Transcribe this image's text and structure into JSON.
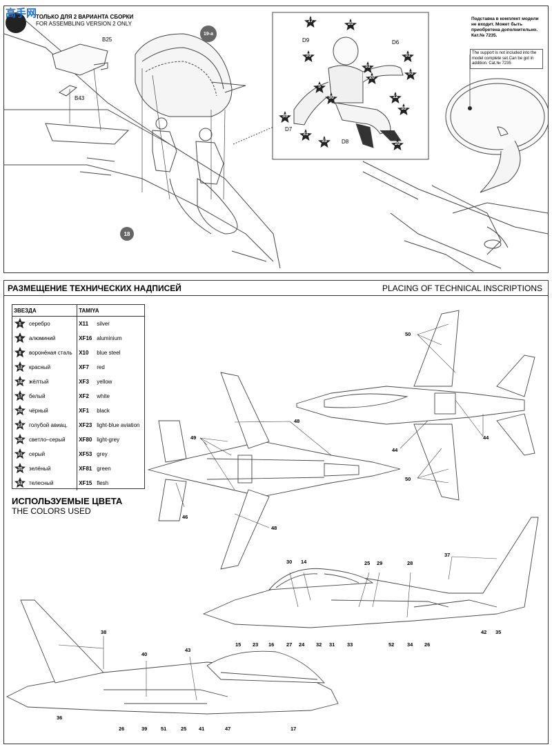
{
  "header": {
    "logo_text": "高手网",
    "version_ru": "ТОЛЬКО ДЛЯ 2 ВАРИАНТА СБОРКИ",
    "version_en": "FOR ASSEMBLING VERSION 2 ONLY"
  },
  "top_parts": {
    "b25": "B25",
    "b43": "B43",
    "badge_19a": "19-a",
    "badge_18": "18"
  },
  "figure_parts": {
    "d9": "D9",
    "d6": "D6",
    "d7": "D7",
    "d8": "D8",
    "stars": [
      "17",
      "20",
      "35",
      "31",
      "31",
      "53",
      "5",
      "20",
      "30",
      "12",
      "35",
      "35",
      "31",
      "53",
      "20"
    ]
  },
  "stand_note": {
    "ru": "Подставка в комплект модели не входит. Может быть приобретена дополнительно. Кат.№ 7235.",
    "en": "The support is not included into the model complete set.Can be got in addition. Cat.№ 7235"
  },
  "section": {
    "title_ru": "РАЗМЕЩЕНИЕ ТЕХНИЧЕСКИХ НАДПИСЕЙ",
    "title_en": "PLACING OF TECHNICAL INSCRIPTIONS"
  },
  "legend": {
    "col_zvezda": "ЗВЕЗДА",
    "col_tamiya": "TAMIYA",
    "rows": [
      {
        "num": "5",
        "ru": "серебро",
        "code": "X11",
        "en": "silver"
      },
      {
        "num": "6",
        "ru": "алюминий",
        "code": "XF16",
        "en": "aluminium"
      },
      {
        "num": "8",
        "ru": "воронёная сталь",
        "code": "X10",
        "en": "blue steel"
      },
      {
        "num": "12",
        "ru": "красный",
        "code": "XF7",
        "en": "red"
      },
      {
        "num": "16",
        "ru": "жёлтый",
        "code": "XF3",
        "en": "yellow"
      },
      {
        "num": "17",
        "ru": "белый",
        "code": "XF2",
        "en": "white"
      },
      {
        "num": "20",
        "ru": "чёрный",
        "code": "XF1",
        "en": "black"
      },
      {
        "num": "23",
        "ru": "голубой авиац.",
        "code": "XF23",
        "en": "light-blue aviation"
      },
      {
        "num": "30",
        "ru": "светло–серый",
        "code": "XF80",
        "en": "light-grey"
      },
      {
        "num": "31",
        "ru": "серый",
        "code": "XF53",
        "en": "grey"
      },
      {
        "num": "35",
        "ru": "зелёный",
        "code": "XF81",
        "en": "green"
      },
      {
        "num": "53",
        "ru": "телесный",
        "code": "XF15",
        "en": "flesh"
      }
    ],
    "used_ru": "ИСПОЛЬЗУЕМЫЕ ЦВЕТА",
    "used_en": "THE COLORS USED"
  },
  "plan_view_labels": [
    "48",
    "49",
    "46",
    "48"
  ],
  "under_view_labels": [
    "50",
    "44",
    "44",
    "50"
  ],
  "side_right_labels": [
    "30",
    "14",
    "25",
    "29",
    "28",
    "37",
    "15",
    "23",
    "16",
    "27",
    "24",
    "32",
    "31",
    "33",
    "52",
    "34",
    "26",
    "42",
    "35"
  ],
  "side_left_labels": [
    "38",
    "40",
    "43",
    "36",
    "26",
    "39",
    "51",
    "25",
    "41",
    "47",
    "17"
  ],
  "colors": {
    "line": "#444444",
    "fill": "#ffffff",
    "badge": "#666666"
  }
}
